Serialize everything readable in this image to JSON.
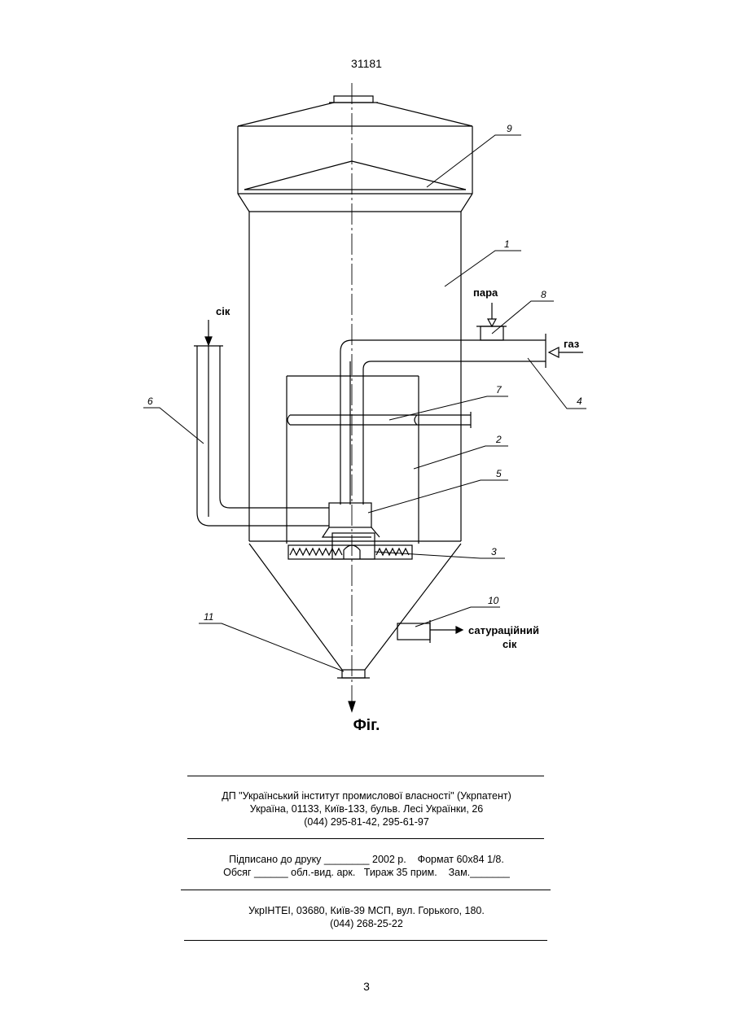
{
  "header": {
    "patent_number": "31181"
  },
  "figure": {
    "labels": {
      "sik_in": "сік",
      "para": "пара",
      "gaz": "газ",
      "saturation_1": "сатураційний",
      "saturation_2": "сік",
      "n1": "1",
      "n2": "2",
      "n3": "3",
      "n4": "4",
      "n5": "5",
      "n6": "6",
      "n7": "7",
      "n8": "8",
      "n9": "9",
      "n10": "10",
      "n11": "11"
    },
    "caption": "Фіг."
  },
  "publisher": {
    "line1": "ДП \"Український інститут промислової власності\" (Укрпатент)",
    "line2": "Україна, 01133, Київ-133, бульв. Лесі Українки, 26",
    "line3": "(044) 295-81-42, 295-61-97"
  },
  "print_info": {
    "line1": "Підписано до друку ________ 2002 р.    Формат 60х84 1/8.",
    "line2": "Обсяг ______ обл.-вид. арк.   Тираж 35 прим.    Зам._______"
  },
  "printer": {
    "line1": "УкрІНТЕІ, 03680, Київ-39 МСП, вул. Горького, 180.",
    "line2": "(044) 268-25-22"
  },
  "footer": {
    "page_number": "3"
  }
}
